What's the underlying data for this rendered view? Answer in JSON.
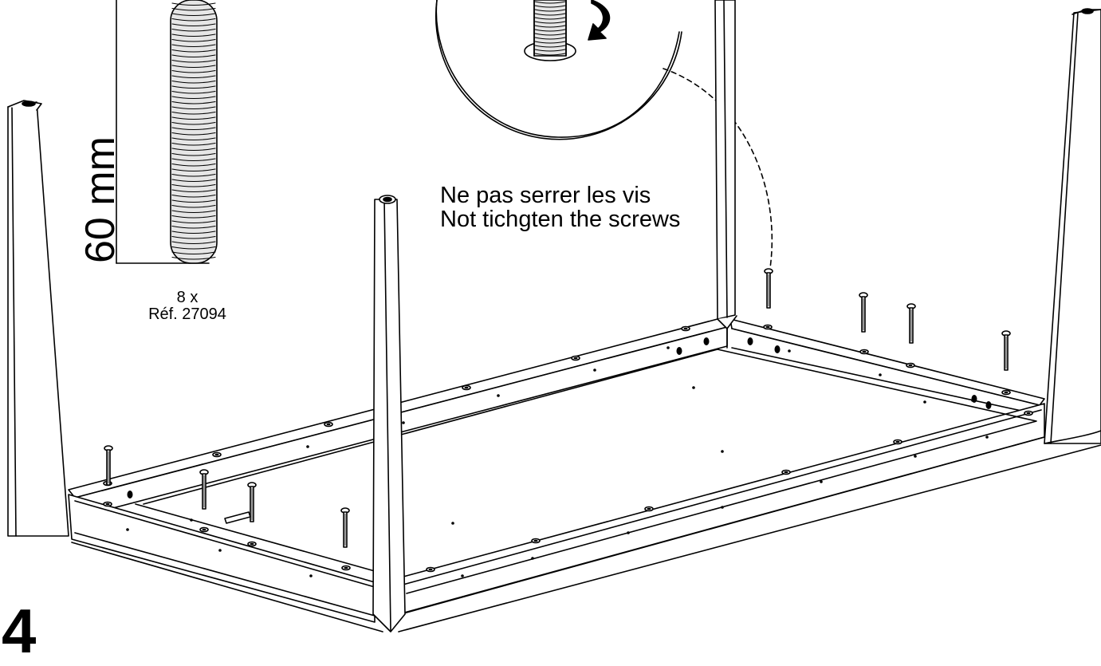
{
  "dimension_label": "60 mm",
  "screw": {
    "quantity": "8 x",
    "reference": "Réf. 27094"
  },
  "instruction": {
    "french": "Ne pas serrer les vis",
    "english": "Not tichgten the screws"
  },
  "step_number": "4",
  "colors": {
    "ink": "#000000",
    "paper": "#ffffff",
    "thread_grey": "#c8c8c8"
  },
  "icons": [
    "rotation-arrow-icon",
    "screw-icon"
  ]
}
